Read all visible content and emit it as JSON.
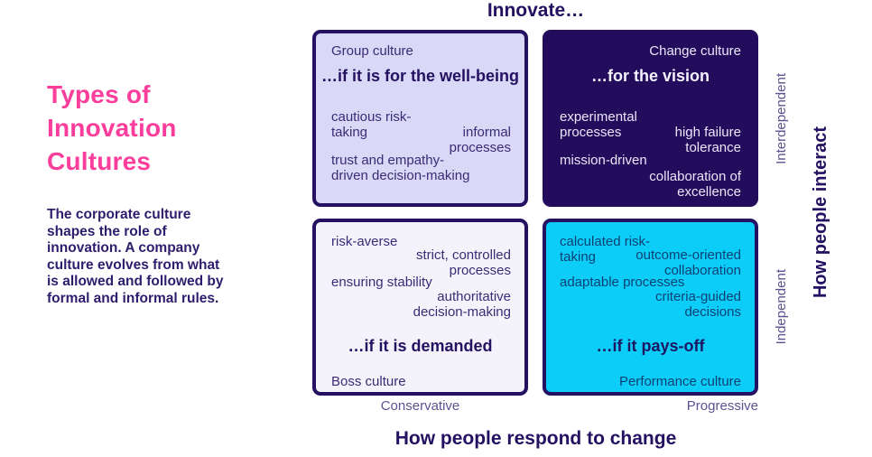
{
  "colors": {
    "pink": "#fb3d9c",
    "dark": "#241161",
    "paragraph": "#2e1c6d",
    "body_text": "#3b2b76",
    "lavender": "#d9d8f6",
    "pale": "#f4f3fc",
    "dark_fill": "#230c5c",
    "light_text": "#e9e6f9",
    "cyan": "#0bcdf8",
    "cyan_text": "#0d4173",
    "muted": "#5a5490"
  },
  "intro": {
    "title": "Types of\nInnovation\nCultures",
    "description": "The corporate culture\nshapes the role of\ninnovation. A company\nculture evolves from what\nis allowed and followed by\nformal and informal rules."
  },
  "axes": {
    "top": "Innovate…",
    "bottom": "How people respond to change",
    "right": "How people interact",
    "x_left": "Conservative",
    "x_right": "Progressive",
    "y_top": "Interdependent",
    "y_bottom": "Independent"
  },
  "quadrants": {
    "group": {
      "culture": "Group culture",
      "heading": "…if it is for the well-being",
      "items": [
        "cautious risk-\ntaking",
        "informal\nprocesses",
        "trust and empathy-\ndriven decision-making"
      ]
    },
    "change": {
      "culture": "Change culture",
      "heading": "…for the vision",
      "items": [
        "experimental\nprocesses",
        "high failure\ntolerance",
        "mission-driven",
        "collaboration of\nexcellence"
      ]
    },
    "boss": {
      "culture": "Boss culture",
      "heading": "…if it is demanded",
      "items": [
        "risk-averse",
        "strict, controlled\nprocesses",
        "ensuring stability",
        "authoritative\ndecision-making"
      ]
    },
    "performance": {
      "culture": "Performance culture",
      "heading": "…if it pays-off",
      "items": [
        "calculated risk-\ntaking",
        "outcome-oriented\ncollaboration",
        "adaptable processes",
        "criteria-guided\ndecisions"
      ]
    }
  }
}
